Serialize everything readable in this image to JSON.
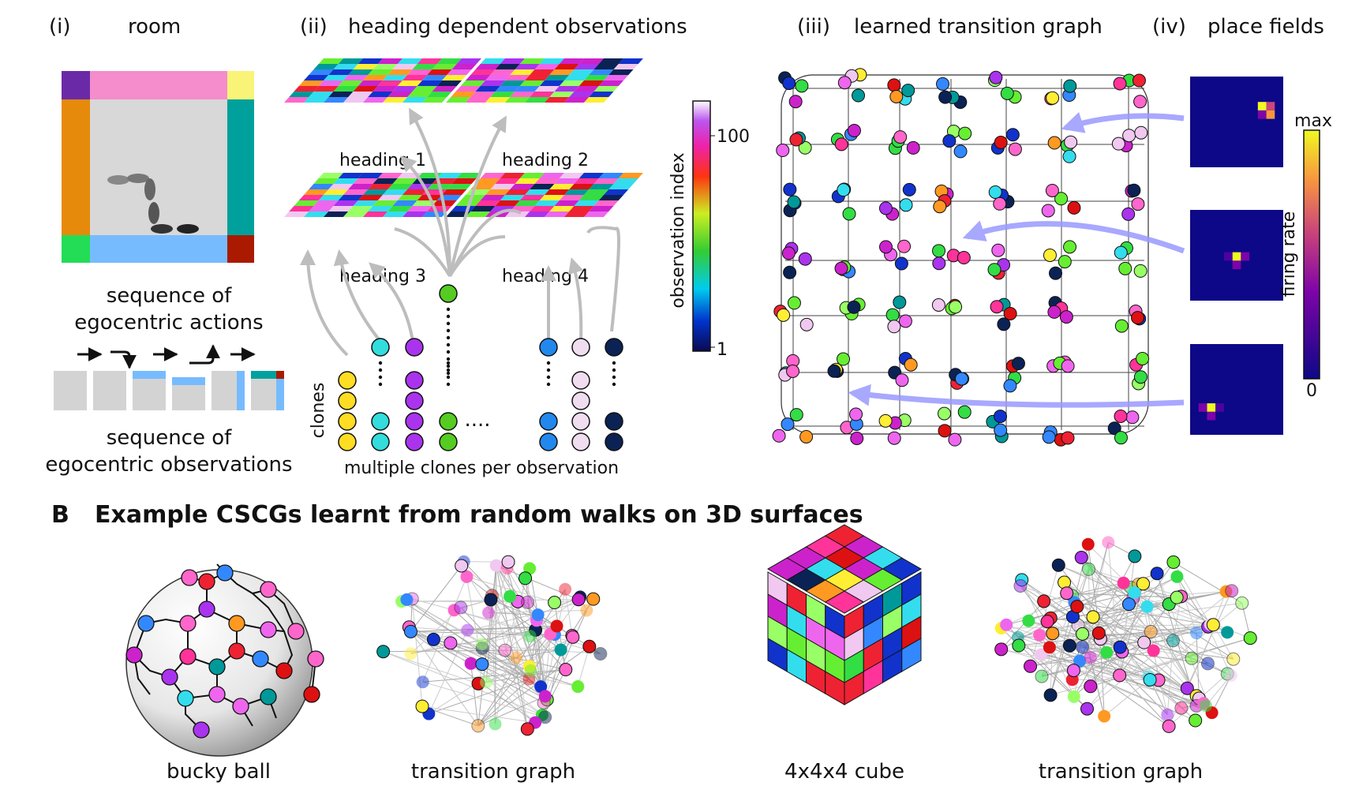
{
  "panel_a": {
    "i": {
      "numeral": "(i)",
      "title": "room"
    },
    "ii": {
      "numeral": "(ii)",
      "title": "heading dependent observations"
    },
    "iii": {
      "numeral": "(iii)",
      "title": "learned transition graph"
    },
    "iv": {
      "numeral": "(iv)",
      "title": "place fields"
    },
    "actions_label": [
      "sequence of",
      "egocentric actions"
    ],
    "observations_label": [
      "sequence of",
      "egocentric observations"
    ],
    "headings": [
      "heading 1",
      "heading 2",
      "heading 3",
      "heading 4"
    ],
    "clones_label": "clones",
    "clones_caption": "multiple clones per observation",
    "ellipsis": "....",
    "colorbar": {
      "label": "observation index",
      "tick_top": "100",
      "tick_bottom": "1"
    },
    "firing": {
      "label": "firing rate",
      "max": "max",
      "min": "0"
    }
  },
  "panel_b": {
    "letter": "B",
    "title": "Example CSCGs learnt from random walks on 3D surfaces",
    "captions": [
      "bucky ball",
      "transition graph",
      "4x4x4 cube",
      "transition graph"
    ]
  },
  "colors": {
    "palette": [
      "#ff66cc",
      "#33dd44",
      "#1133cc",
      "#ff9922",
      "#cc22cc",
      "#ffee33",
      "#ee2233",
      "#33ddee",
      "#66ee33",
      "#ff3399",
      "#009999",
      "#f0c8f0",
      "#3388ff",
      "#0b2255",
      "#99ff66",
      "#aa33ee",
      "#dd1111",
      "#ee66ee"
    ],
    "arrow": "#9999ff",
    "grey": "#bdbdbd"
  }
}
